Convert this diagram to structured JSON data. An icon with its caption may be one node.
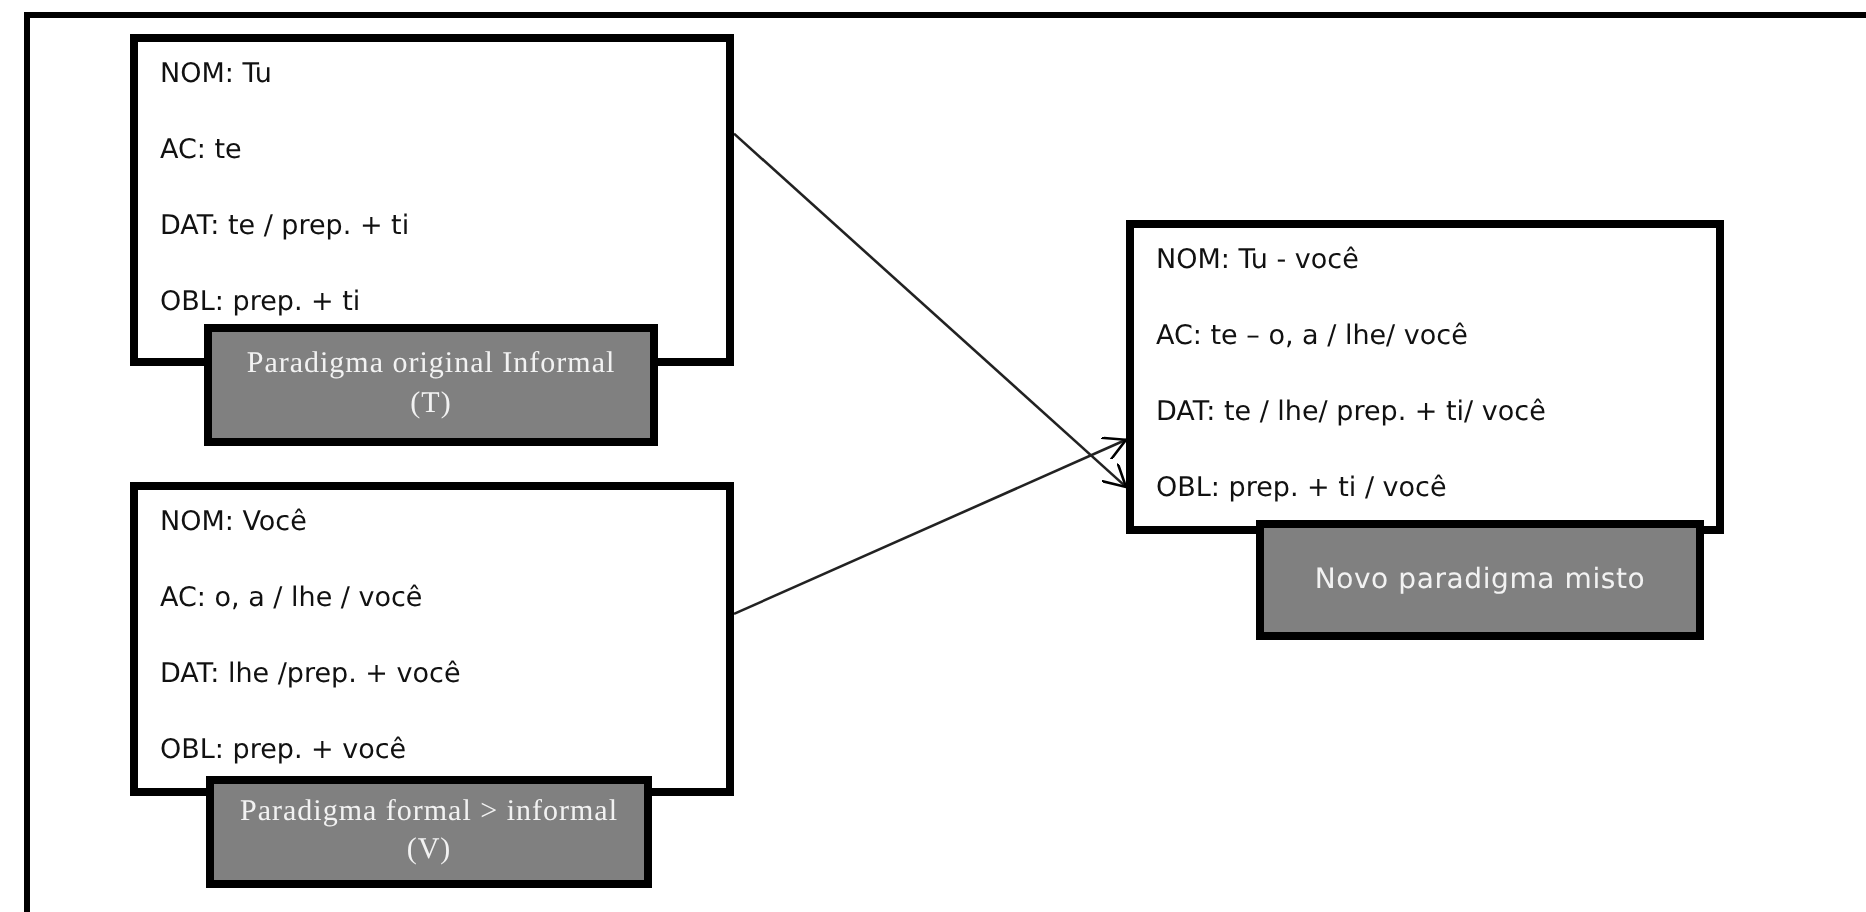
{
  "diagram": {
    "nodes": [
      {
        "text": [
          "NOM: Tu",
          "AC: te",
          "DAT: te / prep. + ti",
          "OBL: prep. + ti"
        ]
      },
      {
        "text": [
          "Paradigma original Informal (T)"
        ]
      },
      {
        "text": [
          "NOM: Você",
          "AC: o, a / lhe / você",
          "DAT: lhe /prep. + você",
          "OBL: prep. + você"
        ]
      },
      {
        "text": [
          "Paradigma formal > informal (V)"
        ]
      },
      {
        "text": [
          "NOM: Tu - você",
          "AC: te – o, a / lhe/ você",
          "DAT: te / lhe/ prep. + ti/ você",
          "OBL: prep. + ti / você"
        ]
      },
      {
        "text": [
          "Novo paradigma misto"
        ]
      }
    ],
    "edges": [
      {
        "from": 0,
        "to": 4,
        "arrow": "to"
      },
      {
        "from": 2,
        "to": 4,
        "arrow": "to"
      }
    ]
  }
}
